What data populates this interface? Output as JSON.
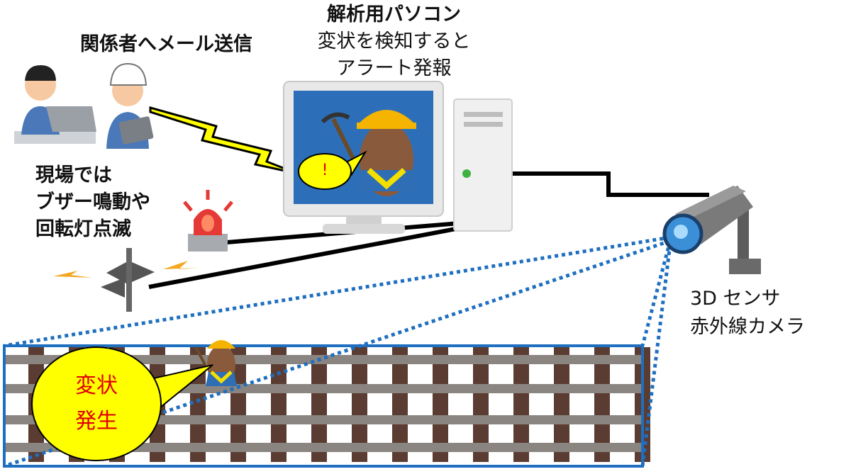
{
  "labels": {
    "email": "関係者へメール送信",
    "pc": [
      "解析用パソコン",
      "変状を検知すると",
      "アラート発報"
    ],
    "site": [
      "現場では",
      "ブザー鳴動や",
      "回転灯点滅"
    ],
    "camera": [
      "3D センサ",
      "赤外線カメラ"
    ],
    "alert_symbol": "!",
    "deformation": [
      "変状",
      "発生"
    ]
  },
  "colors": {
    "frame_blue": "#1f6fc0",
    "dotted_blue": "#1f6fc0",
    "bubble_yellow": "#ffff00",
    "warning_red": "#e00000",
    "rail_gray": "#8a8580",
    "sleeper_brown": "#5a3c32"
  },
  "icons": [
    "office-worker-icon",
    "worker-with-tablet-icon",
    "lightning-signal-icon",
    "computer-monitor-icon",
    "pc-tower-icon",
    "mole-worker-icon",
    "rotating-light-icon",
    "speaker-siren-icon",
    "security-camera-icon",
    "railway-track-icon"
  ]
}
